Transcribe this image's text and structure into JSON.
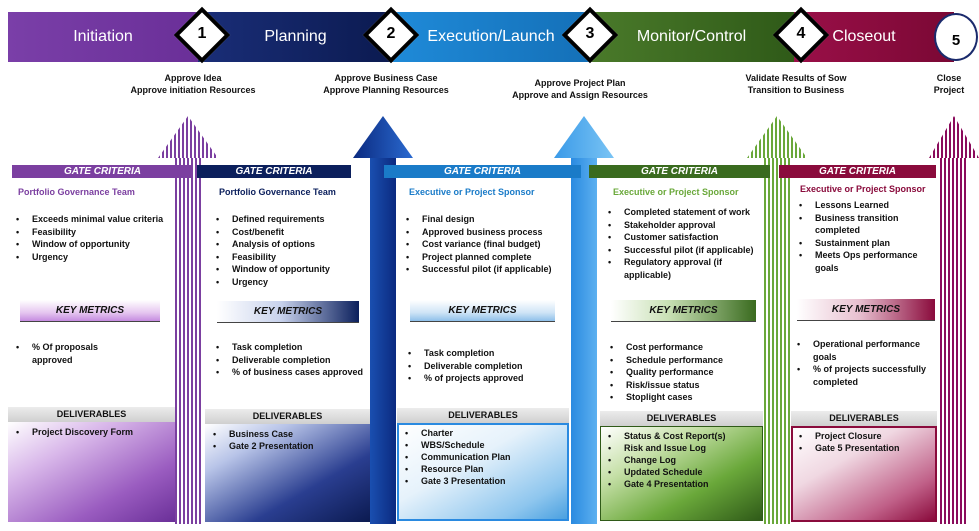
{
  "phases": [
    {
      "label": "Initiation",
      "color": "#7b3fa0"
    },
    {
      "label": "Planning",
      "color": "#0b1f5c"
    },
    {
      "label": "Execution/Launch",
      "color": "#1a7bc8"
    },
    {
      "label": "Monitor/Control",
      "color": "#3a6b1f"
    },
    {
      "label": "Closeout",
      "color": "#8a0b3c"
    }
  ],
  "gates": [
    "1",
    "2",
    "3",
    "4",
    "5"
  ],
  "approvals": [
    [
      "Approve Idea",
      "Approve initiation Resources"
    ],
    [
      "Approve Business Case",
      "Approve Planning Resources"
    ],
    [
      "Approve Project Plan",
      "Approve and Assign Resources"
    ],
    [
      "Validate Results of Sow",
      "Transition to Business"
    ],
    [
      "Close",
      "Project"
    ]
  ],
  "columns": [
    {
      "gate_criteria": "GATE CRITERIA",
      "team": "Portfolio Governance Team",
      "team_color": "#7b3fa0",
      "criteria": [
        "Exceeds minimal value criteria",
        "Feasibility",
        "Window of opportunity",
        "Urgency"
      ],
      "key_metrics": "KEY METRICS",
      "metrics": [
        "% Of proposals approved"
      ],
      "deliverables_header": "DELIVERABLES",
      "deliverables": [
        "Project Discovery Form"
      ]
    },
    {
      "gate_criteria": "GATE CRITERIA",
      "team": "Portfolio Governance Team",
      "team_color": "#0b1f5c",
      "criteria": [
        "Defined requirements",
        "Cost/benefit",
        "Analysis of options",
        "Feasibility",
        "Window of opportunity",
        "Urgency"
      ],
      "key_metrics": "KEY METRICS",
      "metrics": [
        "Task completion",
        "Deliverable completion",
        "% of business cases approved"
      ],
      "deliverables_header": "DELIVERABLES",
      "deliverables": [
        "Business Case",
        "Gate 2 Presentation"
      ]
    },
    {
      "gate_criteria": "GATE CRITERIA",
      "team": "Executive or Project Sponsor",
      "team_color": "#1a7bc8",
      "criteria": [
        "Final design",
        "Approved business process",
        "Cost variance (final budget)",
        "Project planned complete",
        "Successful pilot (if applicable)"
      ],
      "key_metrics": "KEY METRICS",
      "metrics": [
        "Task completion",
        "Deliverable completion",
        "% of projects approved"
      ],
      "deliverables_header": "DELIVERABLES",
      "deliverables": [
        "Charter",
        "WBS/Schedule",
        "Communication Plan",
        "Resource Plan",
        "Gate 3 Presentation"
      ]
    },
    {
      "gate_criteria": "GATE CRITERIA",
      "team": "Executive or Project Sponsor",
      "team_color": "#6aa83a",
      "criteria": [
        "Completed statement of work",
        "Stakeholder approval",
        "Customer satisfaction",
        "Successful pilot (if applicable)",
        "Regulatory approval (if applicable)"
      ],
      "key_metrics": "KEY METRICS",
      "metrics": [
        "Cost performance",
        "Schedule performance",
        "Quality performance",
        "Risk/issue status",
        "Stoplight cases"
      ],
      "deliverables_header": "DELIVERABLES",
      "deliverables": [
        "Status & Cost Report(s)",
        "Risk and Issue Log",
        "Change Log",
        "Updated Schedule",
        "Gate 4 Presentation"
      ]
    },
    {
      "gate_criteria": "GATE CRITERIA",
      "team": "Executive or Project Sponsor",
      "team_color": "#8a0b3c",
      "criteria": [
        "Lessons Learned",
        "Business transition completed",
        "Sustainment plan",
        "Meets Ops performance goals"
      ],
      "key_metrics": "KEY METRICS",
      "metrics": [
        "Operational performance goals",
        "% of projects successfully completed"
      ],
      "deliverables_header": "DELIVERABLES",
      "deliverables": [
        "Project Closure",
        "Gate 5 Presentation"
      ]
    }
  ]
}
